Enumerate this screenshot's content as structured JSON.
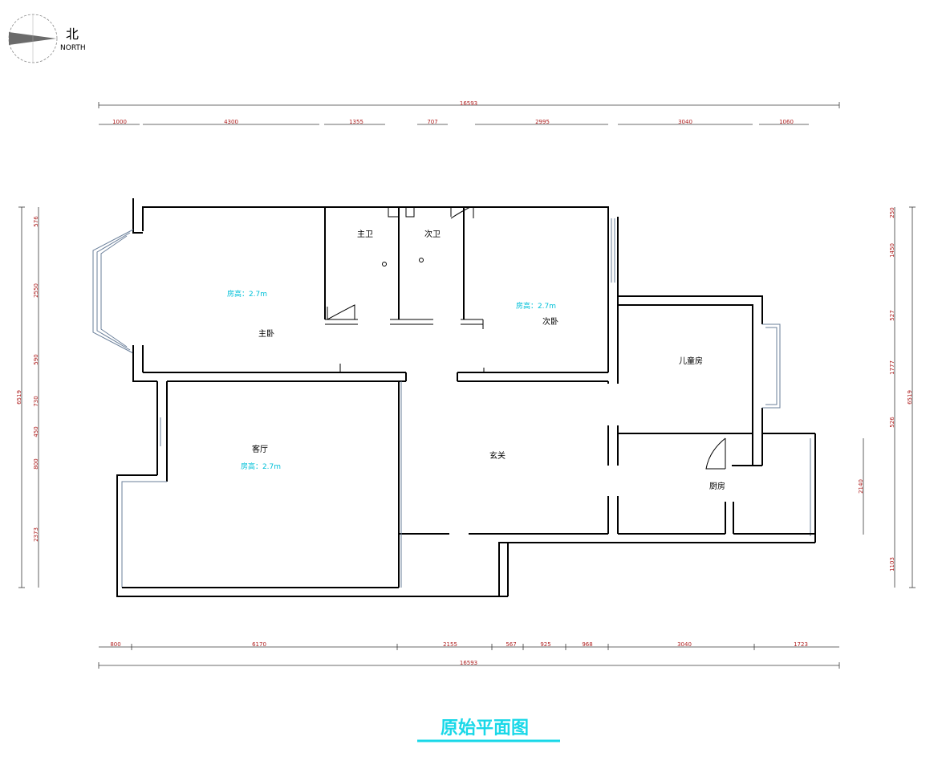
{
  "compass": {
    "cn": "北",
    "en": "NORTH"
  },
  "title": "原始平面图",
  "rooms": {
    "master_bedroom": "主卧",
    "master_bath": "主卫",
    "second_bath": "次卫",
    "second_bedroom": "次卧",
    "kids_room": "儿童房",
    "living_room": "客厅",
    "entrance": "玄关",
    "kitchen": "厨房"
  },
  "room_height_label": "房高：2.7m",
  "dimensions": {
    "top_total": "16593",
    "top": [
      "1000",
      "4300",
      "1355",
      "707",
      "2995",
      "3040",
      "1060"
    ],
    "bottom_total": "16593",
    "bottom": [
      "800",
      "6170",
      "2155",
      "567",
      "925",
      "968",
      "3040",
      "1723"
    ],
    "left_total": "6519",
    "left": [
      "576",
      "2550",
      "590",
      "730",
      "450",
      "800",
      "2373"
    ],
    "right_total": "6519",
    "right": [
      "250",
      "1450",
      "527",
      "1777",
      "526",
      "1103"
    ],
    "kitchen_side": "2140"
  },
  "colors": {
    "wall": "#000000",
    "dimension_text": "#b02020",
    "room_height": "#00c0d8",
    "title": "#19d8e8",
    "window": "#6a7f9a"
  }
}
